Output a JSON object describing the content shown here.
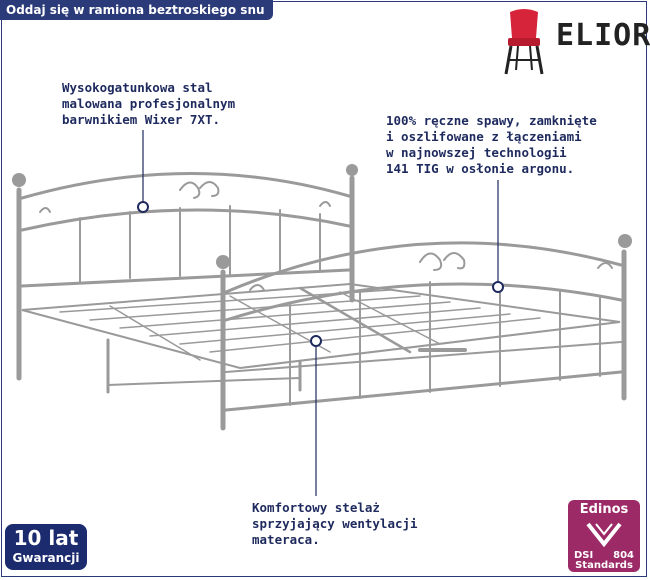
{
  "banner": {
    "text": "Oddaj się w ramiona beztroskiego snu"
  },
  "logo": {
    "text": "ELIOR",
    "icon": "red-chair-icon",
    "chair_color": "#d6243a"
  },
  "callouts": {
    "steel": "Wysokogatunkowa stal\nmalowana profesjonalnym\nbarwnikiem Wixer 7XT.",
    "welds": "100% ręczne spawy, zamknięte\ni oszlifowane z łączeniami\nw najnowszej technologii\n141 TIG w osłonie argonu.",
    "frame": "Komfortowy stelaż\nsprzyjający wentylacji\nmateraca."
  },
  "warranty": {
    "number": "10 lat",
    "label": "Gwarancji"
  },
  "badge": {
    "brand": "Edinos",
    "dsi": "DSI",
    "code": "804",
    "standards": "Standards",
    "color": "#9b2a67"
  },
  "colors": {
    "accent": "#2b3a78",
    "bed_metal": "#9a9a9a",
    "text": "#1e2a5e"
  }
}
